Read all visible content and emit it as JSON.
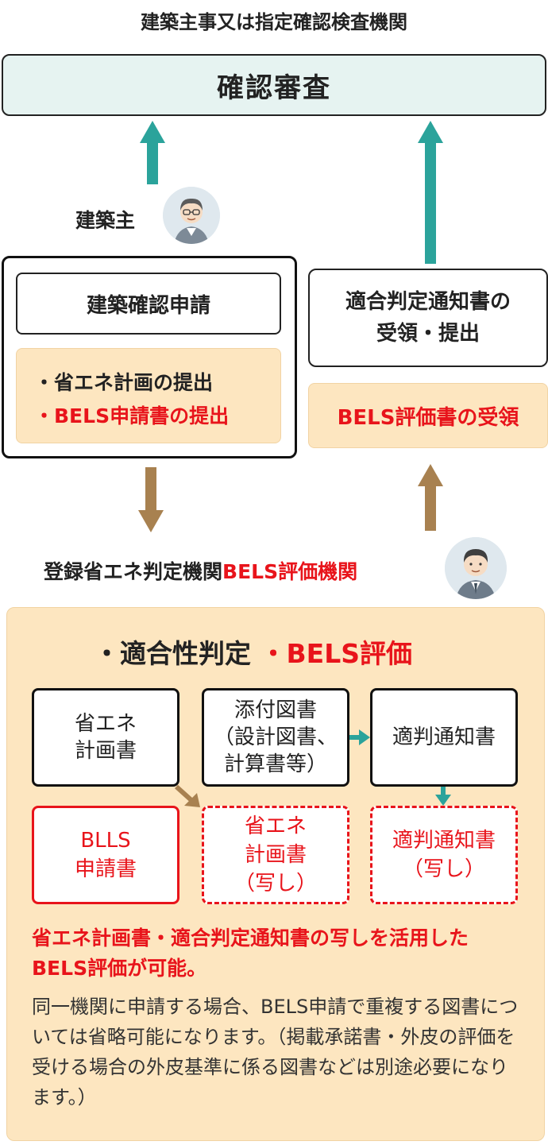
{
  "header": {
    "title": "建築主事又は指定確認検査機関",
    "review": "確認審査"
  },
  "owner": {
    "label": "建築主"
  },
  "left_panel": {
    "apply": "建築確認申請",
    "item1": "・省エネ計画の提出",
    "item2": "・BELS申請書の提出"
  },
  "right_panel": {
    "line1": "適合判定通知書の",
    "line2": "受領・提出",
    "bels_receive": "BELS評価書の受領"
  },
  "org": {
    "label_black": "登録省エネ判定機関",
    "label_red": "BELS評価機関"
  },
  "panel": {
    "heading_black": "・適合性判定",
    "heading_red": "・BELS評価",
    "docs": {
      "energy_plan": [
        "省エネ",
        "計画書"
      ],
      "attached": [
        "添付図書",
        "（設計図書、",
        "計算書等）"
      ],
      "notice": "適判通知書",
      "bels_app": [
        "BLLS",
        "申請書"
      ],
      "energy_copy": [
        "省エネ",
        "計画書",
        "（写し）"
      ],
      "notice_copy": [
        "適判通知書",
        "（写し）"
      ]
    },
    "note_red": "省エネ計画書・適合判定通知書の写しを活用したBELS評価が可能。",
    "note_body": "同一機関に申請する場合、BELS申請で重複する図書については省略可能になります。（掲載承諾書・外皮の評価を受ける場合の外皮基準に係る図書などは別途必要になります。）"
  },
  "colors": {
    "teal": "#2ba39b",
    "brown": "#a88150",
    "peach": "#fde6c0",
    "red": "#e8141b",
    "light_teal": "#e6f3f1"
  }
}
